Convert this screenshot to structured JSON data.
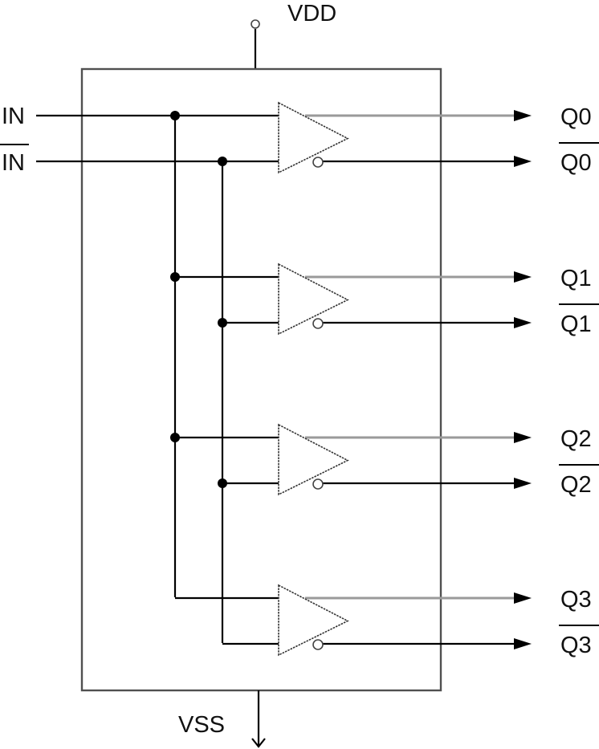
{
  "diagram": {
    "type": "logic-schematic",
    "title": "1-to-4 differential fanout buffer",
    "power": {
      "supply_label": "VDD",
      "ground_label": "VSS"
    },
    "inputs": [
      {
        "label": "IN",
        "inverted": false
      },
      {
        "label": "IN",
        "inverted": true
      }
    ],
    "channels": [
      {
        "id": 0,
        "outputs": [
          {
            "label": "Q0",
            "inverted": false
          },
          {
            "label": "Q0",
            "inverted": true
          }
        ]
      },
      {
        "id": 1,
        "outputs": [
          {
            "label": "Q1",
            "inverted": false
          },
          {
            "label": "Q1",
            "inverted": true
          }
        ]
      },
      {
        "id": 2,
        "outputs": [
          {
            "label": "Q2",
            "inverted": false
          },
          {
            "label": "Q2",
            "inverted": true
          }
        ]
      },
      {
        "id": 3,
        "outputs": [
          {
            "label": "Q3",
            "inverted": false
          },
          {
            "label": "Q3",
            "inverted": true
          }
        ]
      }
    ],
    "colors": {
      "wire": "#000000",
      "box": "#505050",
      "output_true_wire": "#9a9a9a"
    }
  }
}
